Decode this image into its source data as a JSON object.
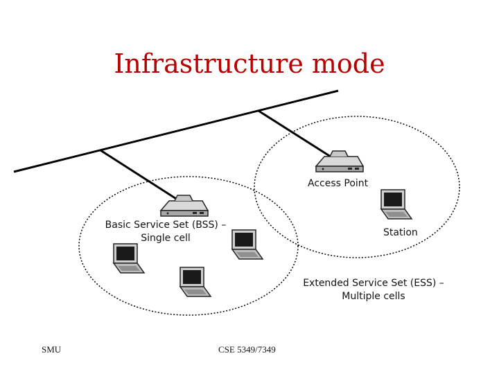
{
  "slide": {
    "title": "Infrastructure mode",
    "labels": {
      "access_point": "Access Point",
      "bss_line1": "Basic Service Set (BSS) –",
      "bss_line2": "Single cell",
      "station": "Station",
      "ess_line1": "Extended Service Set (ESS) –",
      "ess_line2": "Multiple cells"
    },
    "footer": {
      "left": "SMU",
      "center": "CSE 5349/7349"
    }
  },
  "icons": {
    "access_point": "access-point-icon",
    "laptop": "laptop-icon"
  }
}
